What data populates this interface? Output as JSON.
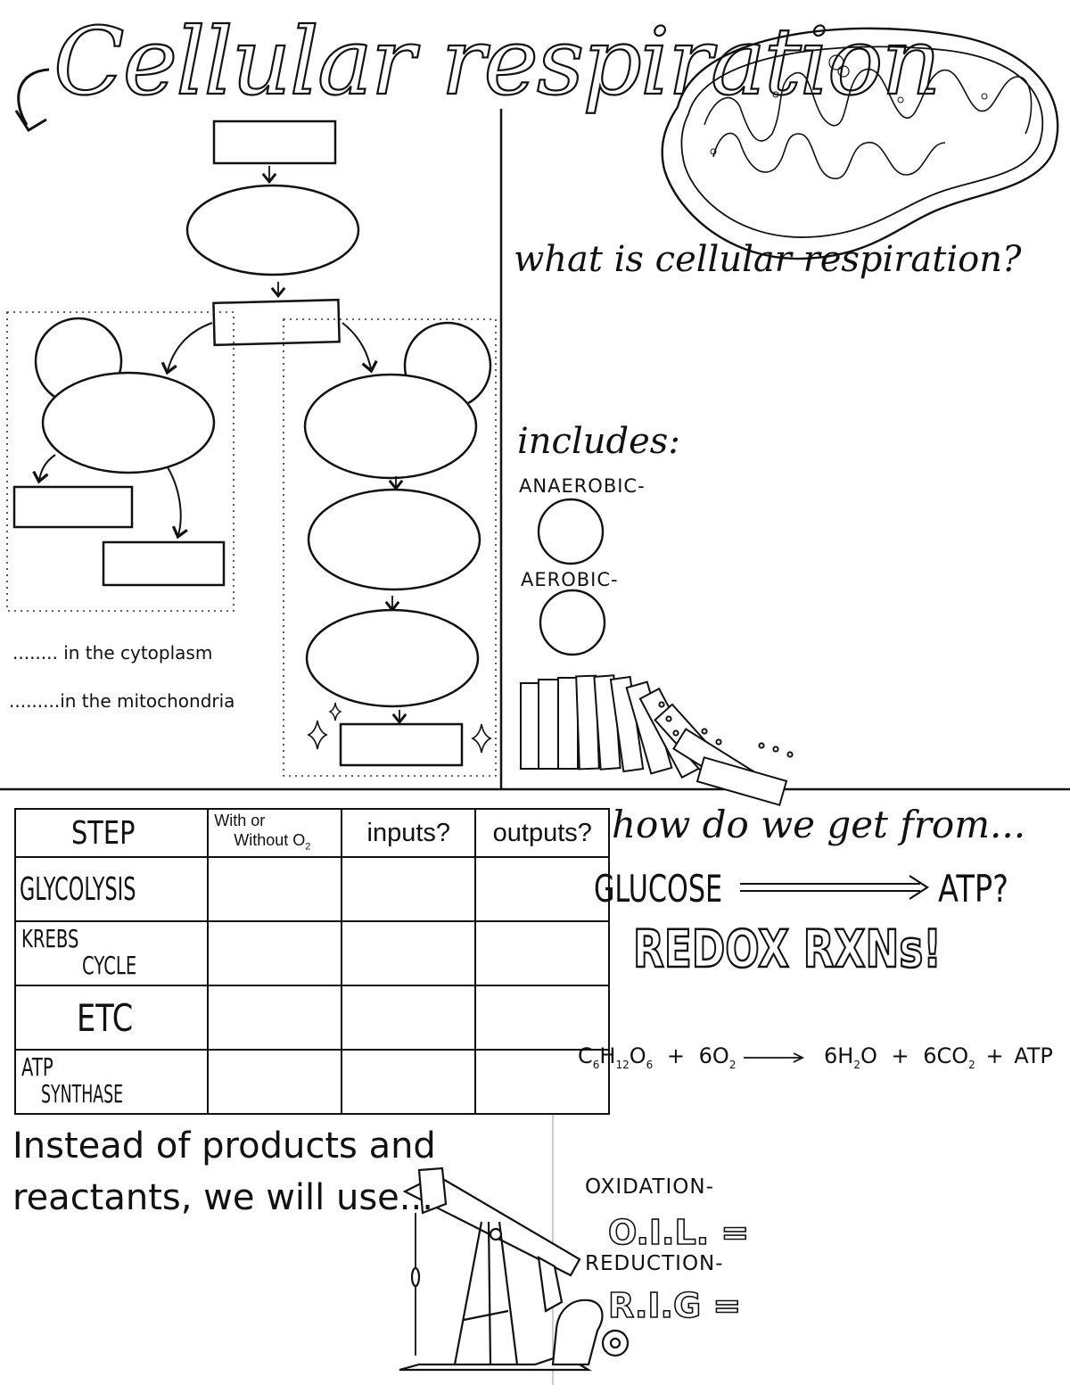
{
  "title": "Cellular respiration",
  "right_top": {
    "question": "what is cellular respiration?",
    "includes_label": "includes:",
    "anaerobic_label": "ANAEROBIC-",
    "aerobic_label": "AEROBIC-"
  },
  "legend": {
    "cytoplasm": "........ in the cytoplasm",
    "mitochondria": ".........in the mitochondria"
  },
  "table": {
    "headers": {
      "step": "STEP",
      "with_or": "With or",
      "without_o2": "Without O",
      "o2_sub": "2",
      "inputs": "inputs?",
      "outputs": "outputs?"
    },
    "rows": [
      {
        "step_line1": "GLYCOLYSIS",
        "step_line2": ""
      },
      {
        "step_line1": "KREBS",
        "step_line2": "CYCLE"
      },
      {
        "step_line1": "ETC",
        "step_line2": ""
      },
      {
        "step_line1": "ATP",
        "step_line2": "SYNTHASE"
      }
    ]
  },
  "bottom_left": {
    "line1": "Instead of products and",
    "line2": "reactants, we will use..."
  },
  "bottom_right": {
    "question": "how do we get from...",
    "glucose": "GLUCOSE",
    "atp": "ATP?",
    "redox": "REDOX RXNs!",
    "equation": {
      "c": "C",
      "c_sub": "6",
      "h": "H",
      "h_sub": "12",
      "o": "O",
      "o_sub": "6",
      "plus1": "+",
      "o2_coef": "6O",
      "o2_sub": "2",
      "water": "6H",
      "water_sub": "2",
      "water_o": "O",
      "plus2": "+",
      "co2": "6CO",
      "co2_sub": "2",
      "plus3": "+",
      "atp": "ATP"
    },
    "oxidation_label": "OXIDATION-",
    "oil": "O.I.L. =",
    "reduction_label": "REDUCTION-",
    "rig": "R.I.G ="
  }
}
